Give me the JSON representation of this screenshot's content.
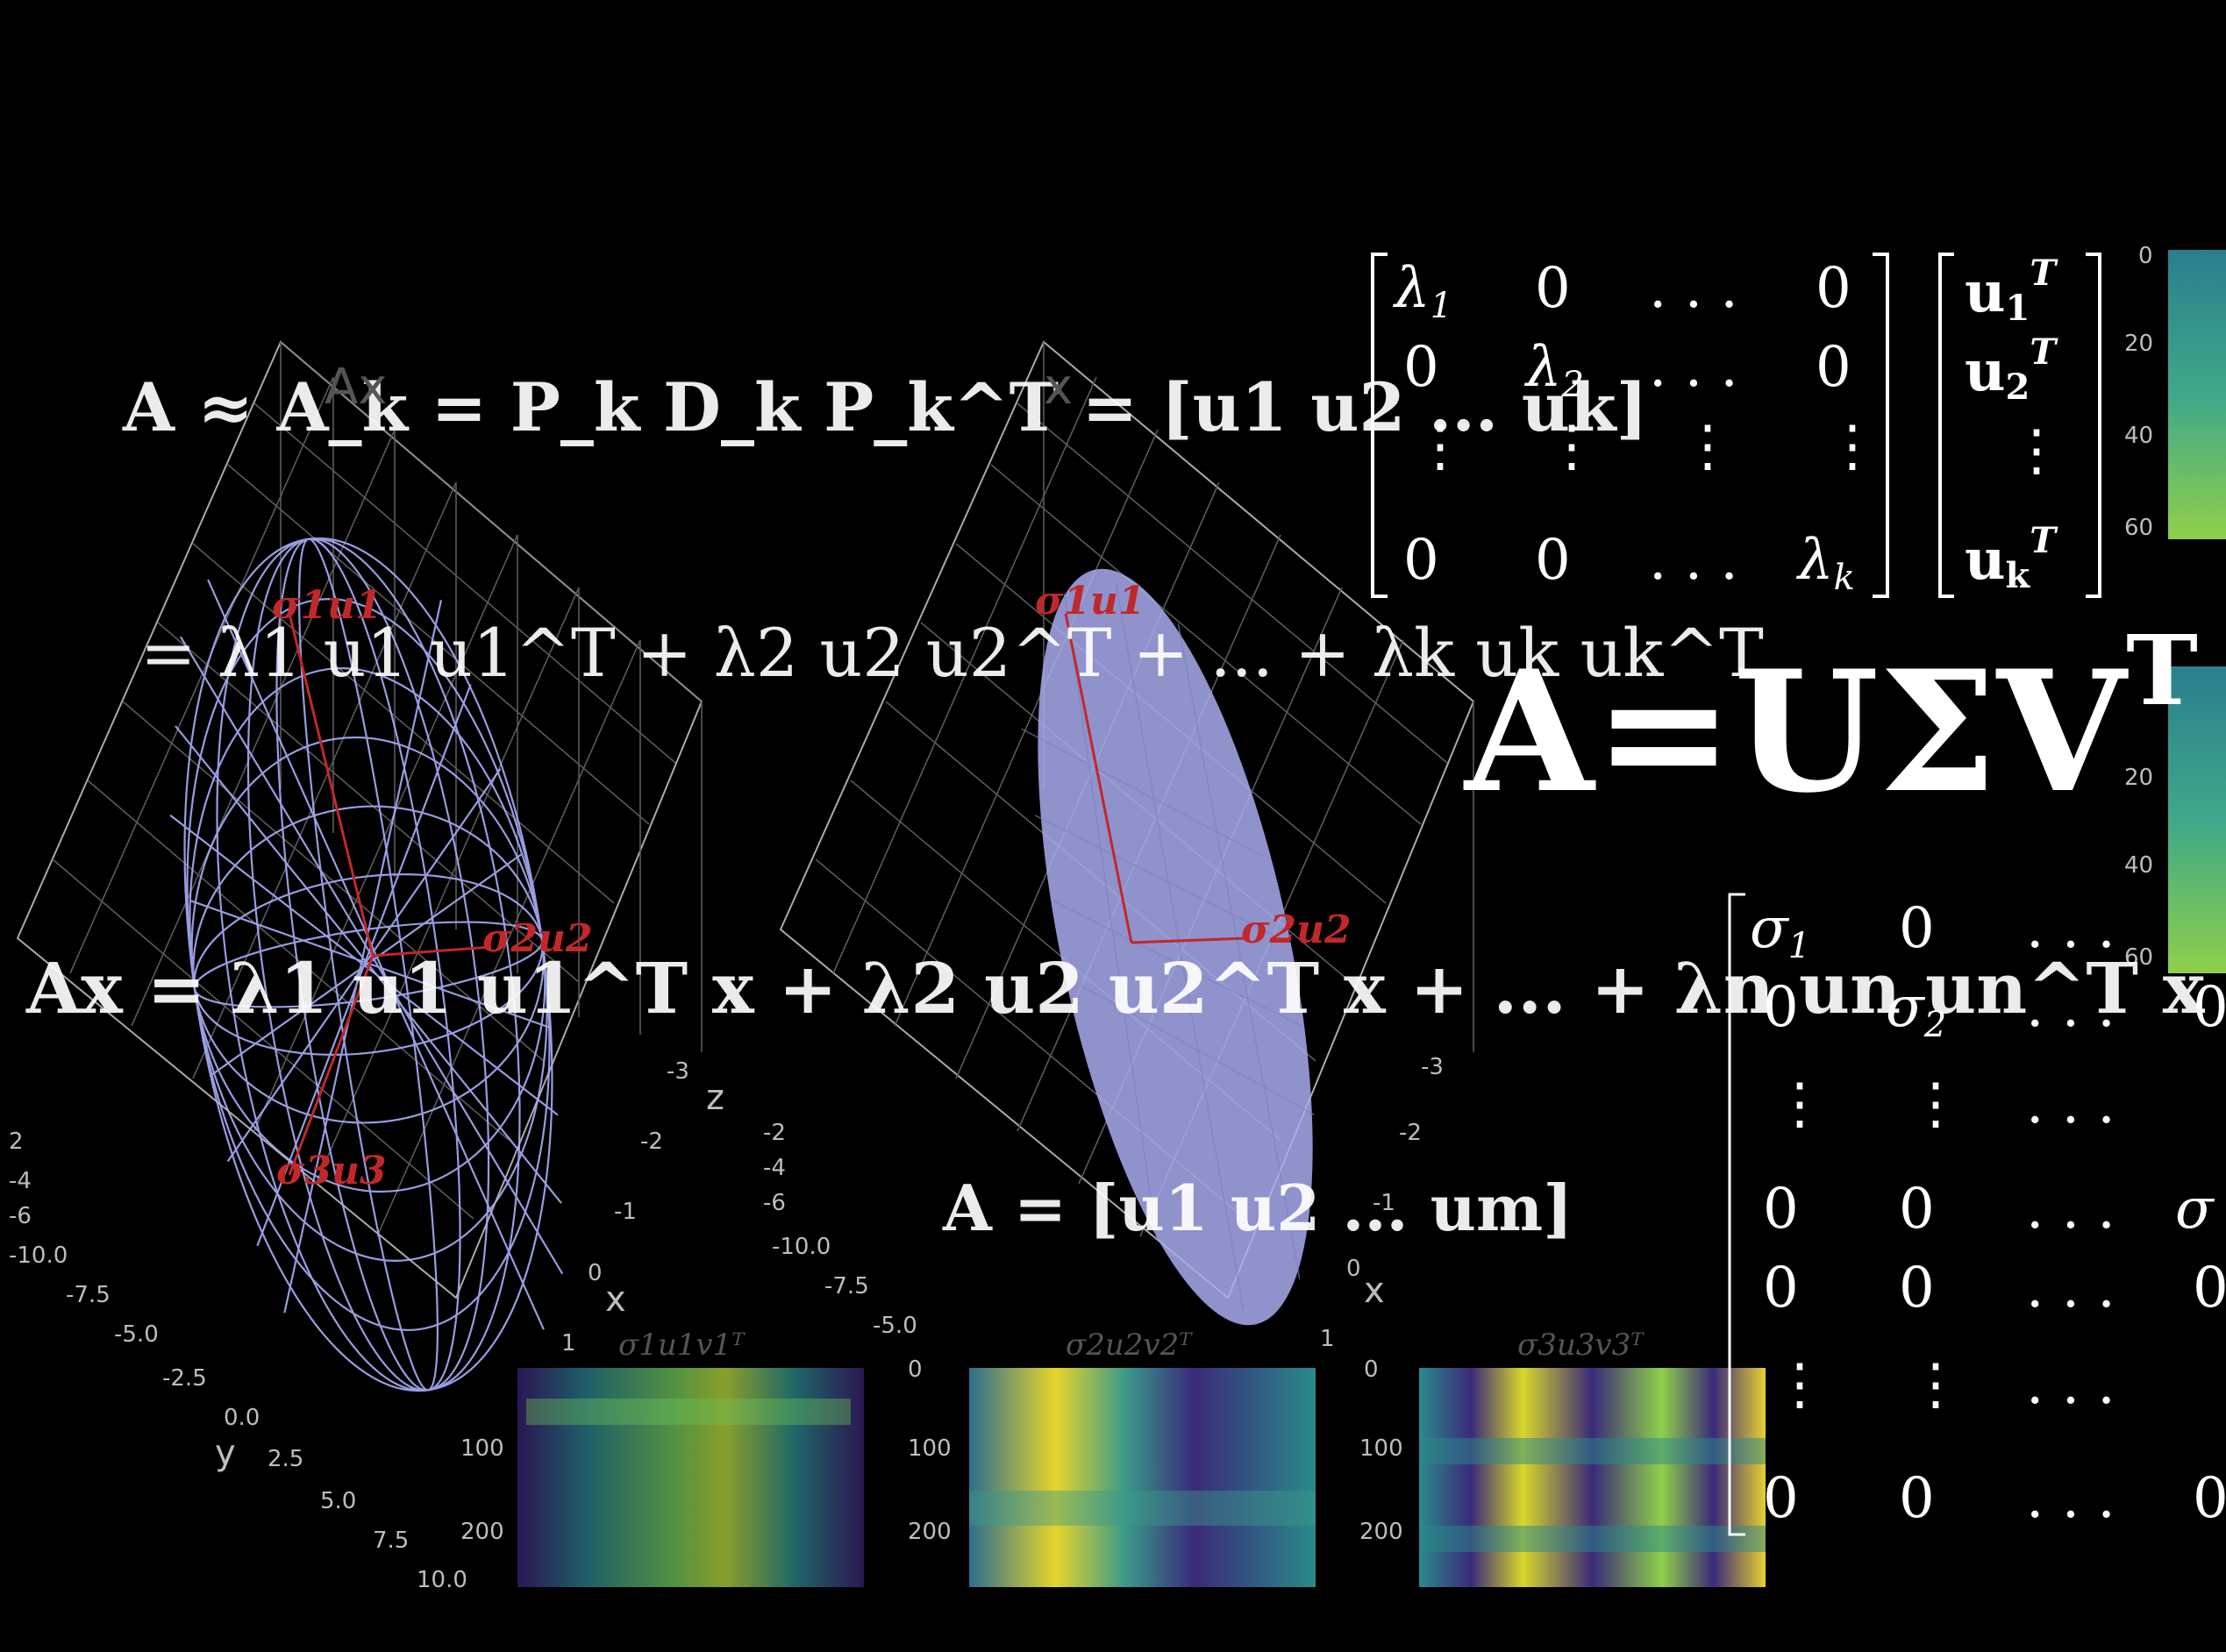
{
  "equations": {
    "top": "A ≈ A_k = P_k D_k P_k^T = [u1  u2  ...  uk]",
    "expansion": "= λ1 u1 u1^T + λ2 u2 u2^T + ... + λk uk uk^T",
    "ax": "Ax = λ1 u1 u1^T x + λ2 u2 u2^T x + ... + λn un un^T x",
    "a_cols": "A = [u1  u2  ...  um]",
    "svd": "A=UΣV"
  },
  "plot_labels": {
    "left_title": "Ax",
    "right_title": "x",
    "left_vectors": [
      "σ1u1",
      "σ2u2",
      "σ3u3"
    ],
    "right_vectors": [
      "σ1u1",
      "σ2u2"
    ],
    "y_axis_ticks": [
      "-10.0",
      "-7.5",
      "-5.0",
      "-2.5",
      "0.0",
      "2.5",
      "5.0",
      "7.5",
      "10.0"
    ],
    "z_axis_ticks": [
      "2",
      "-4",
      "-6"
    ],
    "side_ticks": [
      "-3",
      "-2",
      "-1",
      "0",
      "1"
    ],
    "axis_letters": [
      "y",
      "z",
      "x"
    ]
  },
  "heatmaps": {
    "titles": [
      "σ1u1v1ᵀ",
      "σ2u2v2ᵀ",
      "σ3u3v3ᵀ"
    ],
    "y_ticks": [
      "0",
      "100",
      "200"
    ]
  },
  "right_heatmap_ticks": [
    "0",
    "20",
    "40",
    "60"
  ],
  "colors": {
    "background": "#000000",
    "wire": "#9fa8ff",
    "fill": "#a9acf0",
    "vector": "#c0282a"
  }
}
